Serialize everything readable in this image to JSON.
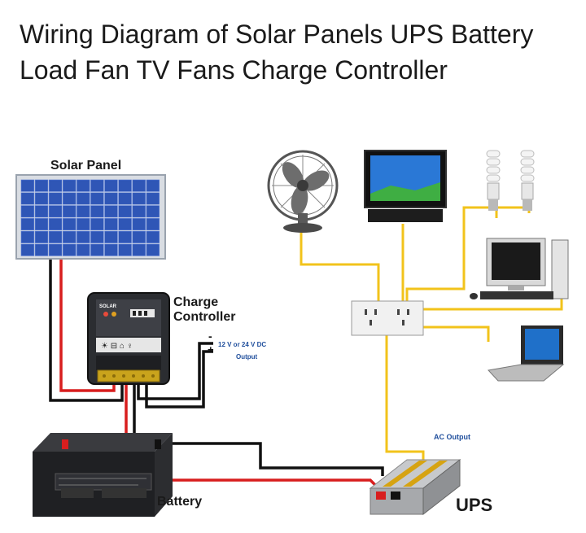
{
  "title": "Wiring Diagram of Solar Panels UPS Battery Load Fan TV Fans Charge Controller",
  "labels": {
    "solar_panel": "Solar Panel",
    "charge_controller_line1": "Charge",
    "charge_controller_line2": "Controller",
    "dc_output_line1": "12 V or 24 V DC",
    "dc_output_line2": "Output",
    "ac_output": "AC Output",
    "battery": "Battery",
    "ups": "UPS",
    "controller_brand": "SOLAR",
    "minus": "-",
    "plus": "+"
  },
  "colors": {
    "wire_red": "#d81e1e",
    "wire_black": "#111111",
    "wire_yellow": "#f2c31b",
    "panel_blue": "#2f56b6"
  }
}
